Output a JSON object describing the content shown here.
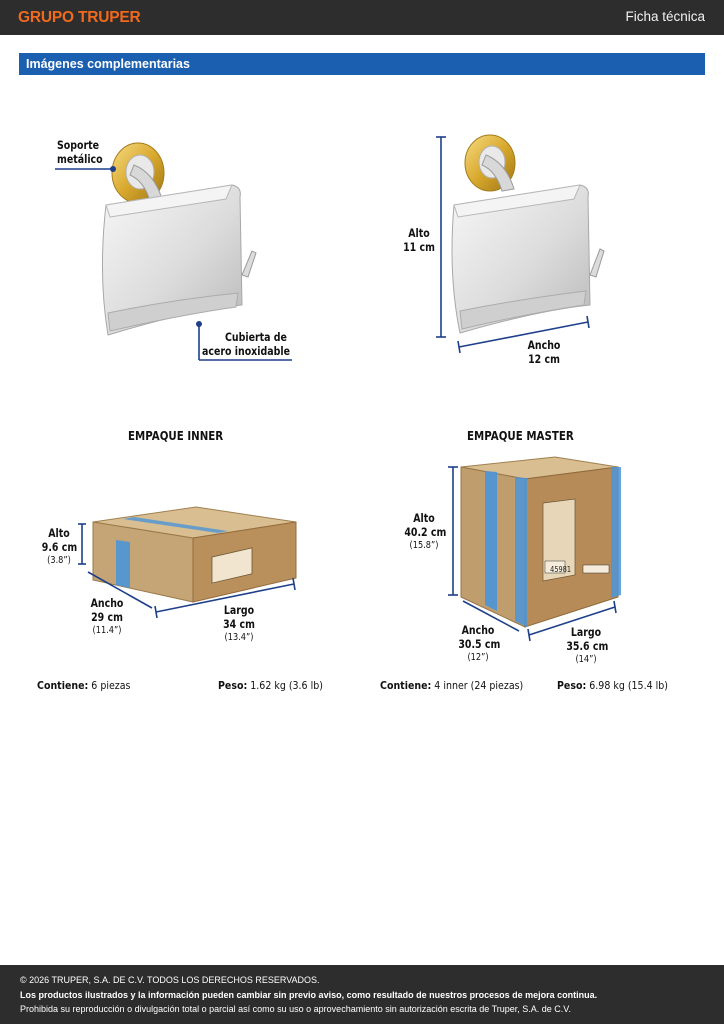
{
  "header": {
    "brand": "GRUPO TRUPER",
    "doc_type": "Ficha técnica"
  },
  "section": {
    "title": "Imágenes complementarias"
  },
  "product": {
    "callout_support_line1": "Soporte",
    "callout_support_line2": "metálico",
    "callout_cover_line1": "Cubierta de",
    "callout_cover_line2": "acero inoxidable",
    "dim_alto_label": "Alto",
    "dim_alto_value": "11 cm",
    "dim_ancho_label": "Ancho",
    "dim_ancho_value": "12 cm"
  },
  "inner": {
    "title": "EMPAQUE INNER",
    "alto": {
      "label": "Alto",
      "value": "9.6 cm",
      "imperial": "(3.8”)"
    },
    "ancho": {
      "label": "Ancho",
      "value": "29 cm",
      "imperial": "(11.4”)"
    },
    "largo": {
      "label": "Largo",
      "value": "34 cm",
      "imperial": "(13.4”)"
    },
    "contiene_label": "Contiene:",
    "contiene_value": "6 piezas",
    "peso_label": "Peso:",
    "peso_value": "1.62 kg (3.6 lb)"
  },
  "master": {
    "title": "EMPAQUE MASTER",
    "alto": {
      "label": "Alto",
      "value": "40.2 cm",
      "imperial": "(15.8”)"
    },
    "ancho": {
      "label": "Ancho",
      "value": "30.5 cm",
      "imperial": "(12”)"
    },
    "largo": {
      "label": "Largo",
      "value": "35.6 cm",
      "imperial": "(14”)"
    },
    "box_code": "45981",
    "contiene_label": "Contiene:",
    "contiene_value": "4 inner (24 piezas)",
    "peso_label": "Peso:",
    "peso_value": "6.98 kg (15.4 lb)"
  },
  "footer": {
    "copyright": "© 2026 TRUPER, S.A. DE C.V. TODOS LOS DERECHOS RESERVADOS.",
    "notice": "Los productos ilustrados y la información pueden cambiar sin previo aviso, como resultado de nuestros procesos de mejora continua.",
    "prohibition": "Prohibida su reproducción o divulgación total o parcial así como su uso o aprovechamiento sin autorización escrita de Truper, S.A. de C.V."
  },
  "colors": {
    "brand": "#f06a1d",
    "section_bar": "#1b5fb0",
    "dimension_line": "#1e3f8a",
    "tape": "#3f8fd6",
    "cardboard": "#c8a779",
    "gold": "#d9a92e"
  }
}
